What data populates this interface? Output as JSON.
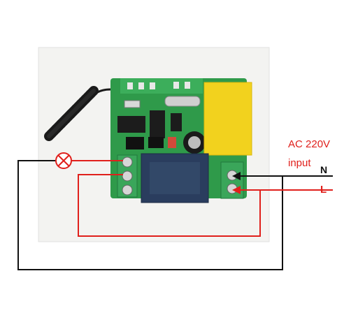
{
  "labels": {
    "ac_voltage": "AC 220V",
    "input": "input",
    "neutral": "N",
    "live": "L"
  },
  "colors": {
    "live_wire": "#e0201c",
    "neutral_wire": "#111111",
    "pcb_green": "#2f9a4a",
    "capacitor_yellow": "#f2d21e",
    "relay_blue": "#2a3d5e",
    "antenna": "#1a1a1a",
    "terminal_green": "#3aa65a"
  },
  "icons": {
    "lamp": "lamp-icon",
    "antenna": "antenna-coil-icon"
  }
}
